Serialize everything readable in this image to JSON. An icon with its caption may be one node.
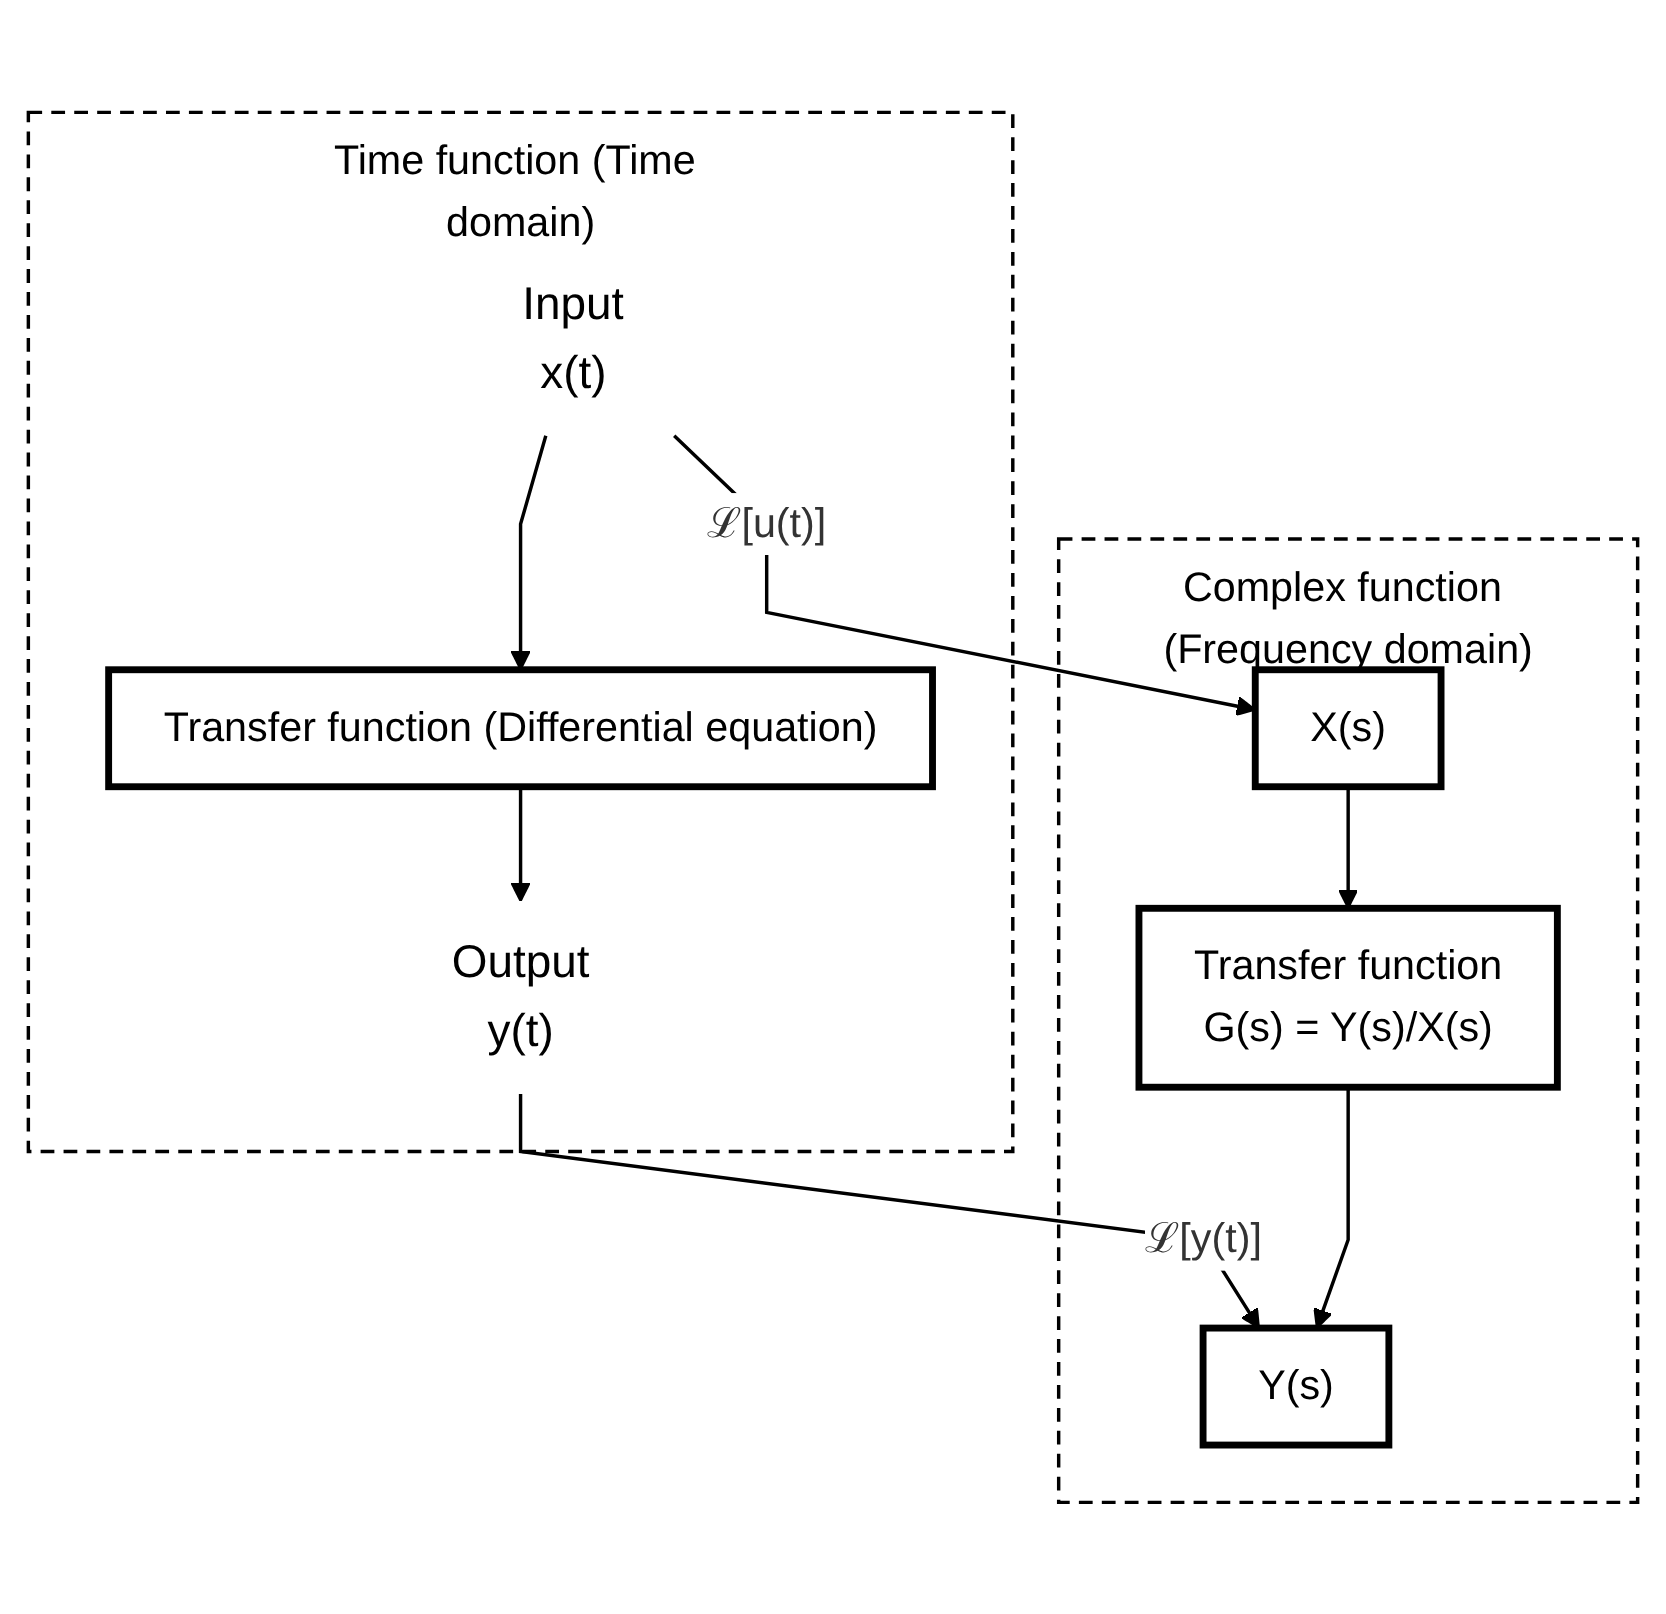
{
  "diagram": {
    "nodes": [
      {
        "text": [
          "Time function (Time domain)"
        ]
      },
      {
        "text": [
          "x(t)"
        ],
        "beside": [
          "Input"
        ],
        "in": 0
      },
      {
        "text": [
          "Transfer function (Differential equation)"
        ],
        "in": 0
      },
      {
        "text": [
          "y(t)"
        ],
        "beside": [
          "Output"
        ],
        "in": 0
      },
      {
        "text": [
          "Complex function (Frequency domain)"
        ]
      },
      {
        "text": [
          "X(s)"
        ],
        "in": 4
      },
      {
        "text": [
          "Transfer function",
          "G(s) = Y(s)/X(s)"
        ],
        "in": 4
      },
      {
        "text": [
          "Y(s)"
        ],
        "in": 4
      }
    ],
    "edges": [
      {
        "from": 1,
        "to": 2,
        "arrow": "to"
      },
      {
        "from": 2,
        "to": 3,
        "arrow": "to"
      },
      {
        "from": 1,
        "to": 5,
        "label": "ℒ[u(t)]",
        "arrow": "to"
      },
      {
        "from": 3,
        "to": 7,
        "label": "ℒ[y(t)]",
        "arrow": "to"
      },
      {
        "from": 5,
        "to": 6,
        "arrow": "to"
      },
      {
        "from": 6,
        "to": 7,
        "arrow": "to"
      }
    ]
  }
}
